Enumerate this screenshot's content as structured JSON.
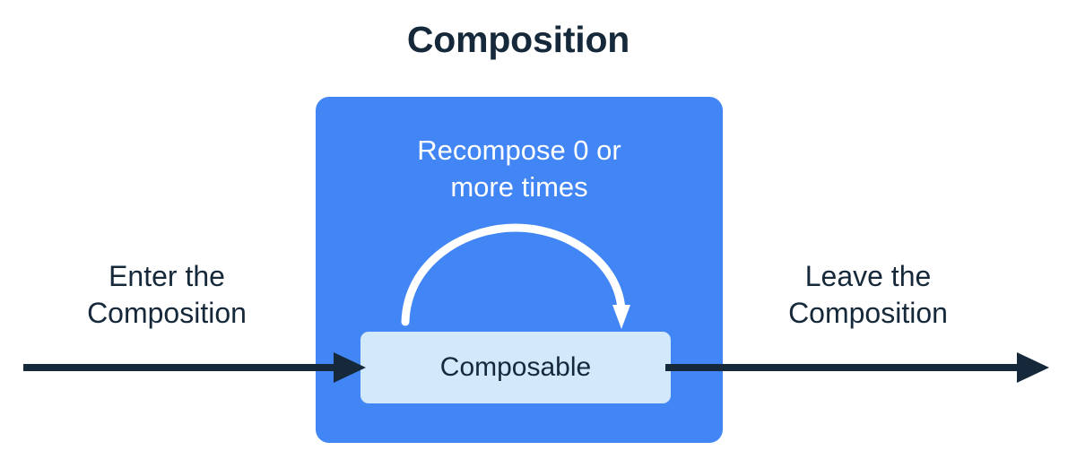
{
  "diagram": {
    "title": "Composition",
    "type": "flow-diagram",
    "background_color": "#FFFFFF",
    "title_color": "#16293A"
  },
  "composition_box": {
    "fill_color": "#4285F4",
    "recompose_label_line1": "Recompose 0 or",
    "recompose_label_line2": "more times",
    "recompose_label_color": "#FFFFFF",
    "recompose_arrow_name": "recompose-loop-arrow",
    "recompose_arrow_color": "#FFFFFF"
  },
  "composable_box": {
    "label": "Composable",
    "fill_color": "#D2E9FC",
    "label_color": "#16293A"
  },
  "flow": {
    "arrow_color": "#16293A",
    "enter": {
      "line1": "Enter the",
      "line2": "Composition",
      "arrow_name": "enter-flow-arrow"
    },
    "leave": {
      "line1": "Leave the",
      "line2": "Composition",
      "arrow_name": "leave-flow-arrow"
    }
  }
}
